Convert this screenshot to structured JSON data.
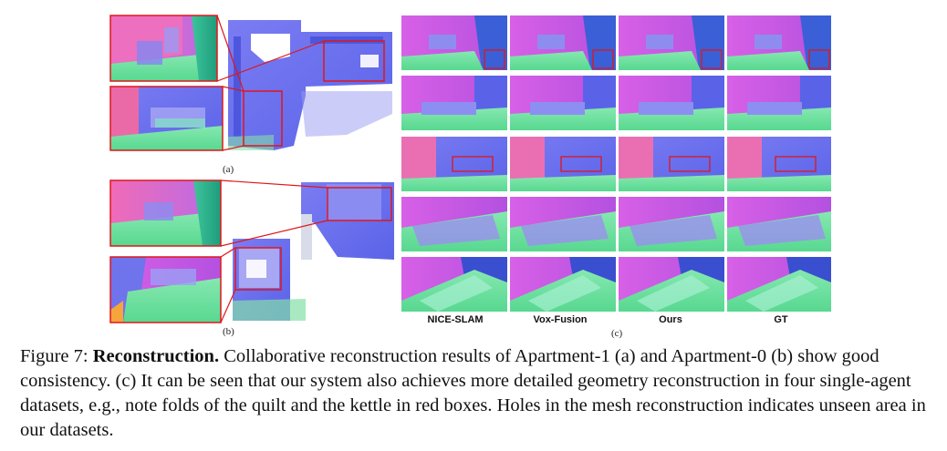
{
  "subfigures": {
    "a_label": "(a)",
    "b_label": "(b)",
    "c_label": "(c)"
  },
  "columns": [
    "NICE-SLAM",
    "Vox-Fusion",
    "Ours",
    "GT"
  ],
  "caption": {
    "figure_number": "Figure 7:",
    "bold_title": "Reconstruction.",
    "text": "Collaborative reconstruction results of Apartment-1 (a) and Apartment-0 (b) show good consistency. (c) It can be seen that our system also achieves more detailed geometry reconstruction in four single-agent datasets, e.g., note folds of the quilt and the kettle in red boxes. Holes in the mesh reconstruction indicates unseen area in our datasets."
  },
  "colors": {
    "normal_blue": "#6c6ef0",
    "normal_pink": "#e872c8",
    "normal_green": "#74e6a2",
    "normal_magenta": "#c95be6",
    "highlight_red": "#e0161a"
  }
}
